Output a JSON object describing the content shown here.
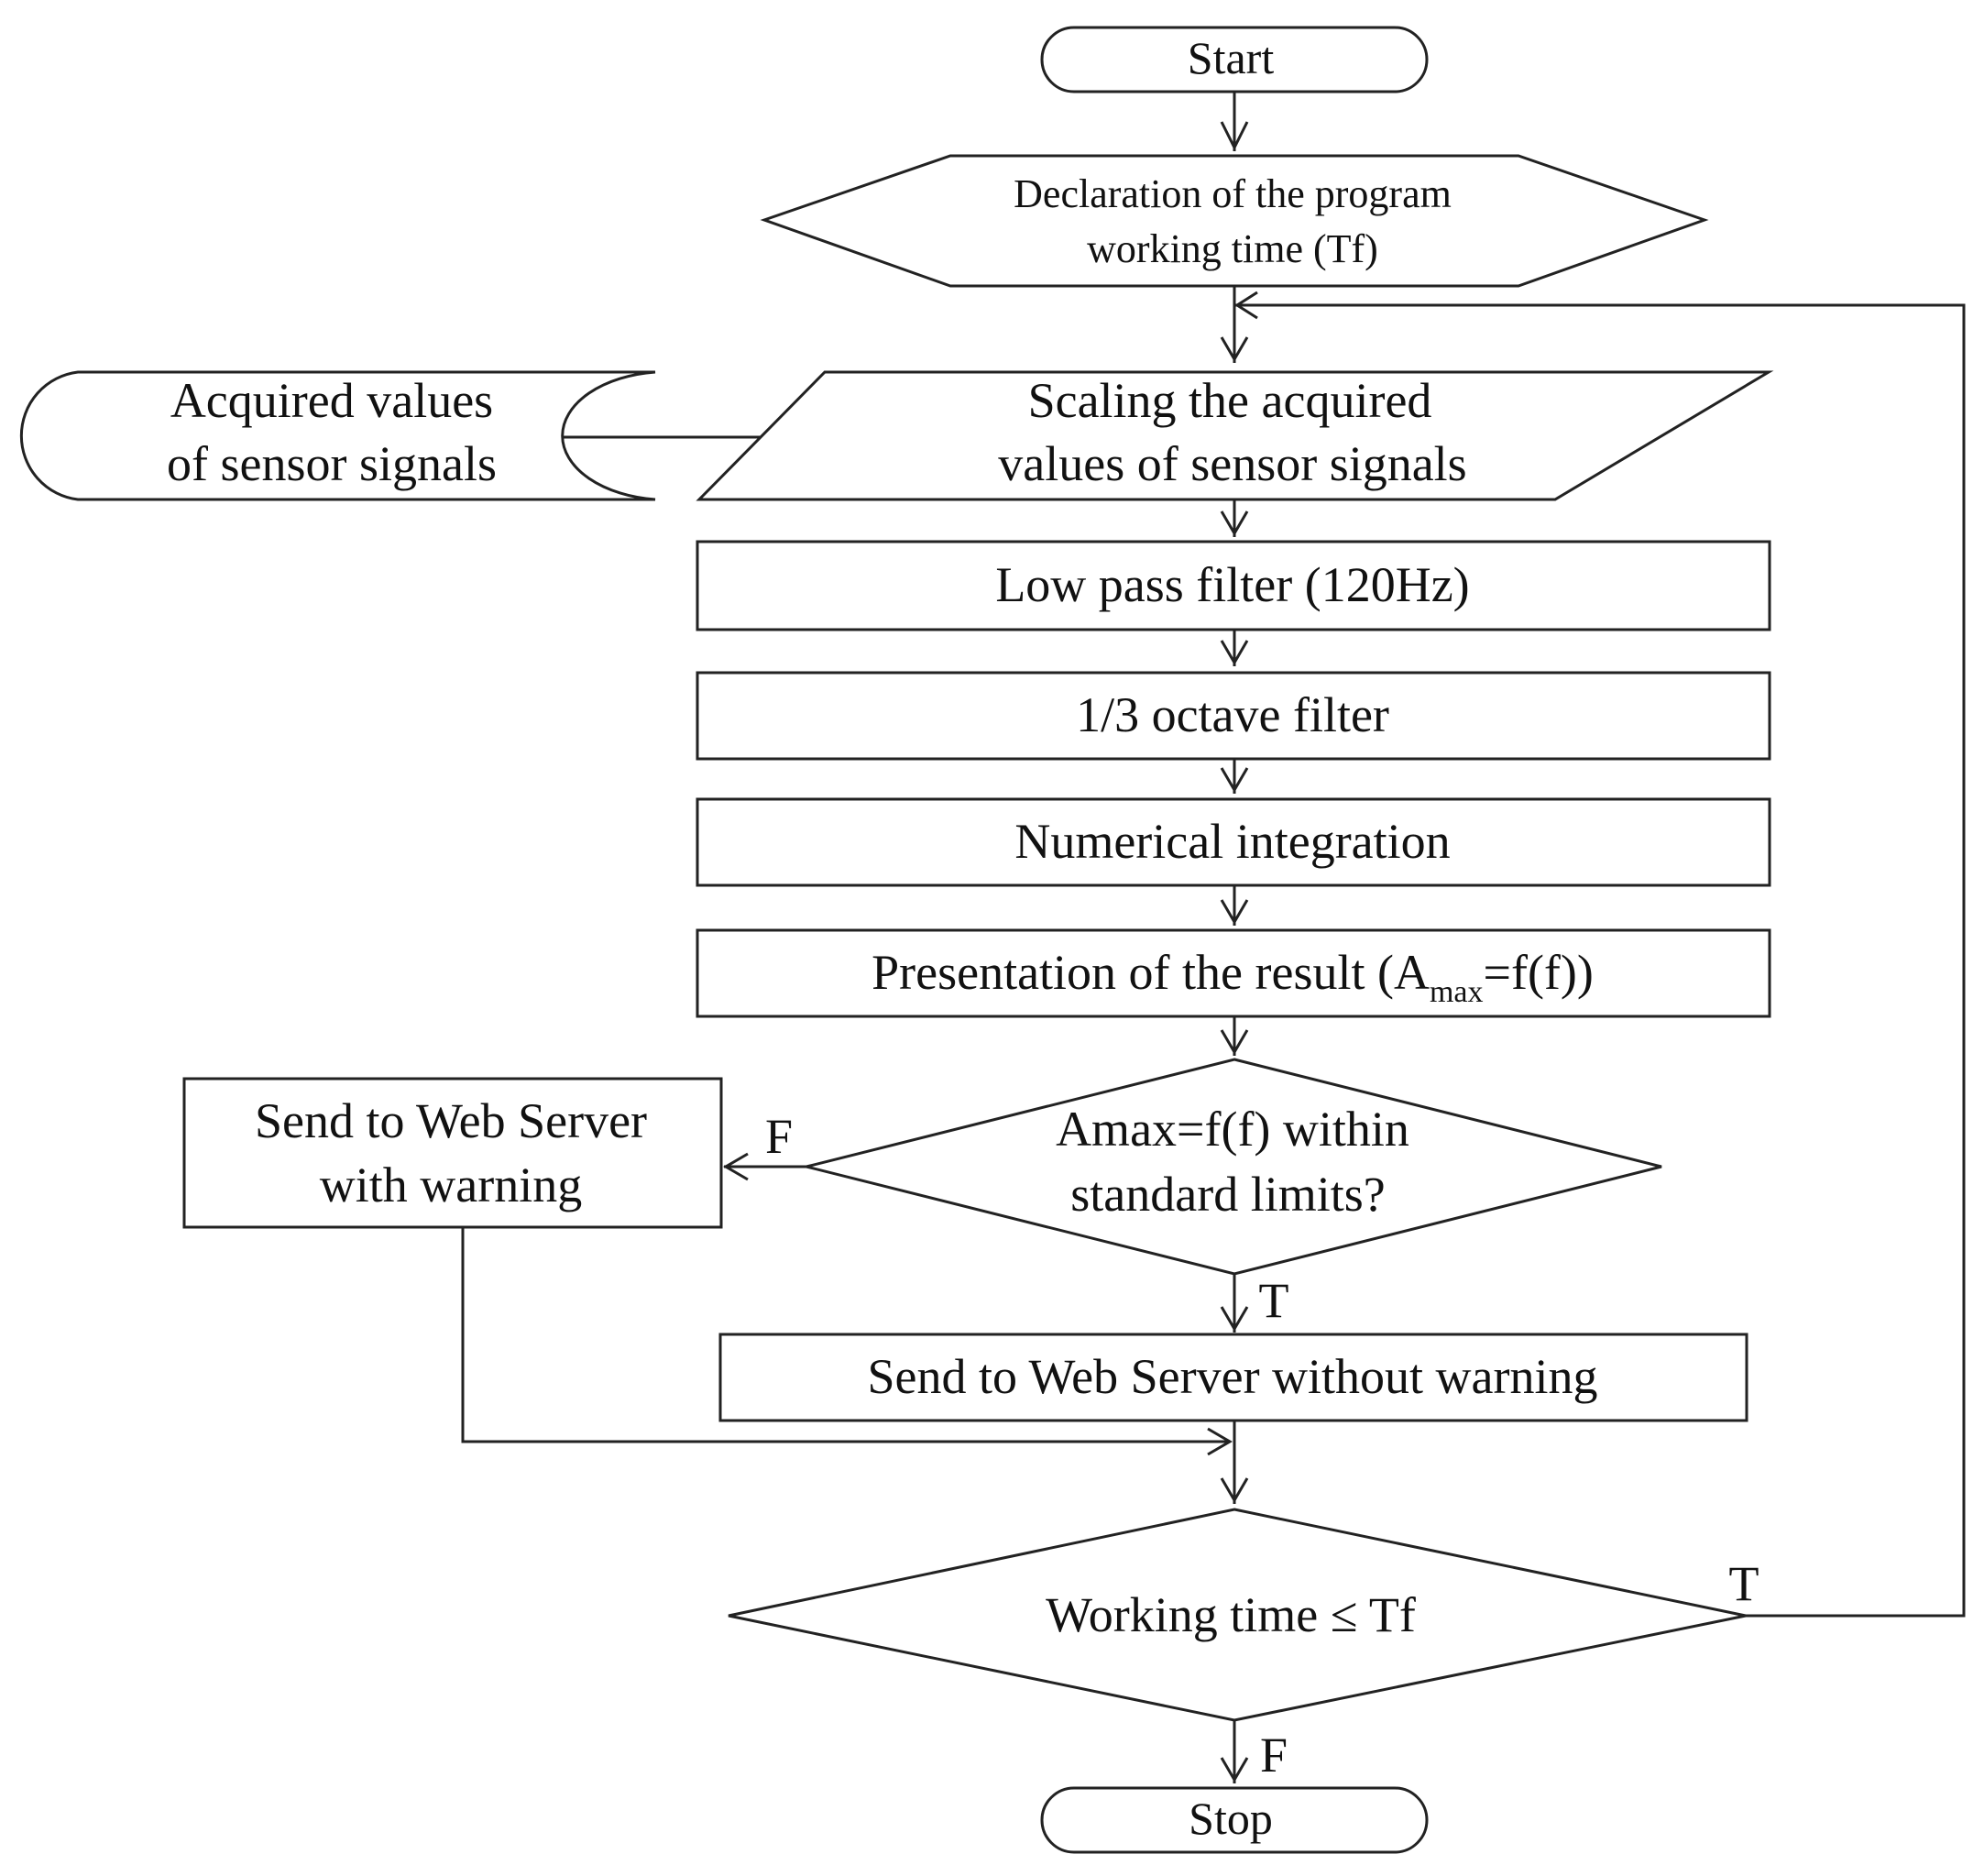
{
  "nodes": {
    "start": "Start",
    "declaration": [
      "Declaration  of the program",
      "working  time (Tf)"
    ],
    "acquired": [
      "Acquired values",
      "of sensor signals"
    ],
    "scaling": [
      "Scaling the acquired",
      "values of sensor signals"
    ],
    "lowpass": "Low pass filter (120Hz)",
    "octave": "1/3 octave filter",
    "integration": "Numerical integration",
    "presentation": {
      "before": "Presentation of the result (A",
      "subscript": "max",
      "after": "=f(f))"
    },
    "decision_limits": [
      "Amax=f(f) within",
      "standard limits?"
    ],
    "send_warning": [
      "Send to Web Server",
      "with warning"
    ],
    "send_no_warning": "Send to Web Server without  warning",
    "decision_time": "Working  time ≤ Tf",
    "stop": "Stop"
  },
  "edge_labels": {
    "limits_false": "F",
    "limits_true": "T",
    "time_true": "T",
    "time_false": "F"
  }
}
